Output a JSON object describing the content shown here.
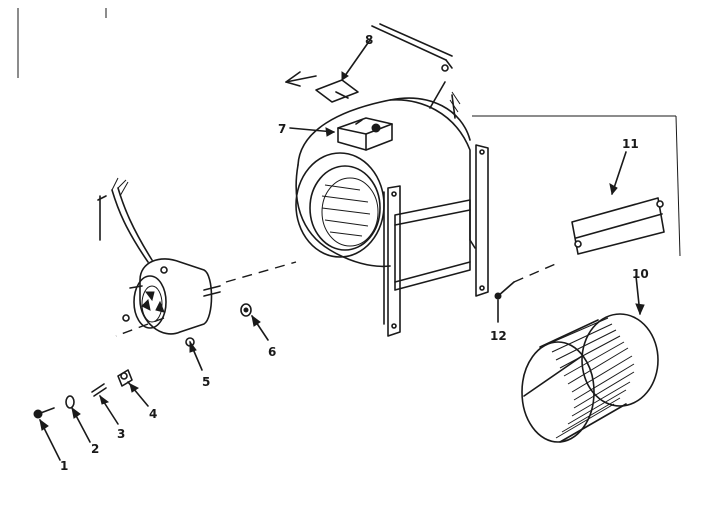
{
  "callouts": {
    "p1": "1",
    "p2": "2",
    "p3": "3",
    "p4": "4",
    "p5": "5",
    "p6": "6",
    "p7": "7",
    "p8": "8",
    "p10": "10",
    "p11": "11",
    "p12": "12"
  }
}
